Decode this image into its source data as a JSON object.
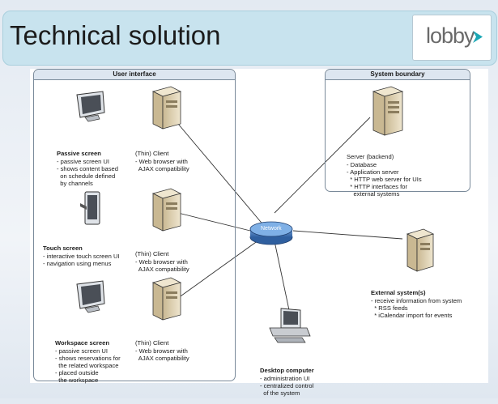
{
  "slide": {
    "title": "Technical solution",
    "logo_text": "lobby"
  },
  "diagram": {
    "groups": {
      "user_interface": "User interface",
      "system_boundary": "System boundary"
    },
    "network_label": "Network",
    "passive_screen": {
      "title": "Passive screen",
      "lines": "- passive screen UI\n- shows content based\n  on schedule defined\n  by channels"
    },
    "touch_screen": {
      "title": "Touch screen",
      "lines": "- interactive touch screen UI\n- navigation using menus"
    },
    "workspace_screen": {
      "title": "Workspace screen",
      "lines": "- passive screen UI\n- shows reservations for\n  the related workspace\n- placed outside\n  the workspace"
    },
    "thin_client_1": {
      "title": "(Thin) Client",
      "lines": "- Web browser with\n  AJAX compatibility"
    },
    "thin_client_2": {
      "title": "(Thin) Client",
      "lines": "- Web browser with\n  AJAX compatibility"
    },
    "thin_client_3": {
      "title": "(Thin) Client",
      "lines": "- Web browser with\n  AJAX compatibility"
    },
    "server": {
      "title": "Server (backend)",
      "lines": "- Database\n- Application server\n  * HTTP web server for UIs\n  * HTTP interfaces for\n    external systems"
    },
    "external_systems": {
      "title": "External system(s)",
      "lines": "- receive information from system\n  * RSS feeds\n  * iCalendar import for events"
    },
    "desktop_computer": {
      "title": "Desktop computer",
      "lines": "- administration UI\n- centralized control\n  of the system"
    }
  }
}
